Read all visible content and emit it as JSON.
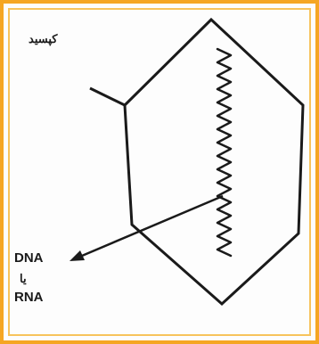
{
  "labels": {
    "capsid": "کپسید",
    "dna": "DNA",
    "or": "یا",
    "rna": "RNA"
  },
  "colors": {
    "outer_border": "#f5a623",
    "inner_border": "#f7c35c",
    "line": "#1a1a1a",
    "background": "#fdfdfd"
  }
}
